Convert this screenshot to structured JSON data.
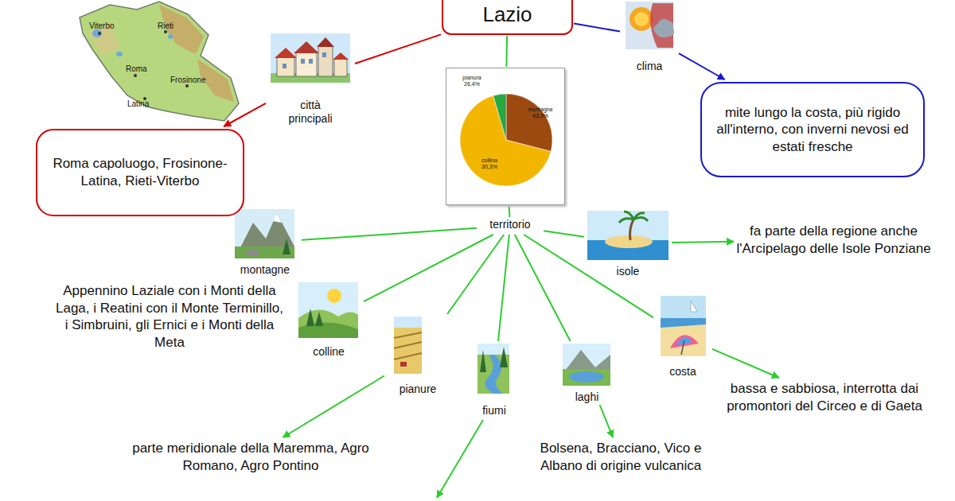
{
  "diagram": {
    "title": "Lazio",
    "nodes": [
      {
        "text": [
          "Lazio"
        ]
      },
      {
        "text": [
          "città principali"
        ]
      },
      {
        "text": [
          "clima"
        ]
      },
      {
        "text": [
          "Roma capoluogo, Frosinone-Latina, Rieti-Viterbo"
        ]
      },
      {
        "text": [
          "mite lungo la costa, più rigido all'interno, con inverni nevosi ed estati fresche"
        ]
      },
      {
        "text": [
          "pianura 26,4%",
          "montagne 43,3%",
          "collina 30,3%"
        ]
      },
      {
        "text": [
          "territorio"
        ]
      },
      {
        "text": [
          "montagne"
        ]
      },
      {
        "text": [
          "isole"
        ]
      },
      {
        "text": [
          "fa parte della regione anche l'Arcipelago delle Isole Ponziane"
        ]
      },
      {
        "text": [
          "Appennino Laziale con i Monti della Laga, i Reatini con il Monte Terminillo, i Simbruini, gli Ernici e i Monti della Meta"
        ]
      },
      {
        "text": [
          "colline"
        ]
      },
      {
        "text": [
          "pianure"
        ]
      },
      {
        "text": [
          "fiumi"
        ]
      },
      {
        "text": [
          "laghi"
        ]
      },
      {
        "text": [
          "costa"
        ]
      },
      {
        "text": [
          "bassa e sabbiosa, interrotta dai promontori del Circeo e di Gaeta"
        ]
      },
      {
        "text": [
          "parte meridionale della Maremma, Agro Romano, Agro Pontino"
        ]
      },
      {
        "text": [
          "Bolsena, Bracciano, Vico e Albano di origine vulcanica"
        ]
      }
    ],
    "edges": [
      {
        "from": 0,
        "to": 1,
        "arrow": "none"
      },
      {
        "from": 1,
        "to": 3,
        "arrow": "to"
      },
      {
        "from": 0,
        "to": 2,
        "arrow": "none"
      },
      {
        "from": 2,
        "to": 4,
        "arrow": "to"
      },
      {
        "from": 0,
        "to": 5,
        "arrow": "none"
      },
      {
        "from": 5,
        "to": 6,
        "arrow": "none"
      },
      {
        "from": 6,
        "to": 7,
        "arrow": "none"
      },
      {
        "from": 6,
        "to": 11,
        "arrow": "none"
      },
      {
        "from": 6,
        "to": 12,
        "arrow": "none"
      },
      {
        "from": 6,
        "to": 13,
        "arrow": "none"
      },
      {
        "from": 6,
        "to": 14,
        "arrow": "none"
      },
      {
        "from": 6,
        "to": 15,
        "arrow": "none"
      },
      {
        "from": 6,
        "to": 8,
        "arrow": "none"
      },
      {
        "from": 8,
        "to": 9,
        "arrow": "to"
      },
      {
        "from": 12,
        "to": 17,
        "arrow": "to"
      },
      {
        "from": 14,
        "to": 18,
        "arrow": "to"
      },
      {
        "from": 15,
        "to": 16,
        "arrow": "to"
      }
    ],
    "labels": [
      "Viterbo",
      "Rieti",
      "Roma",
      "Frosinone",
      "Latina"
    ]
  }
}
